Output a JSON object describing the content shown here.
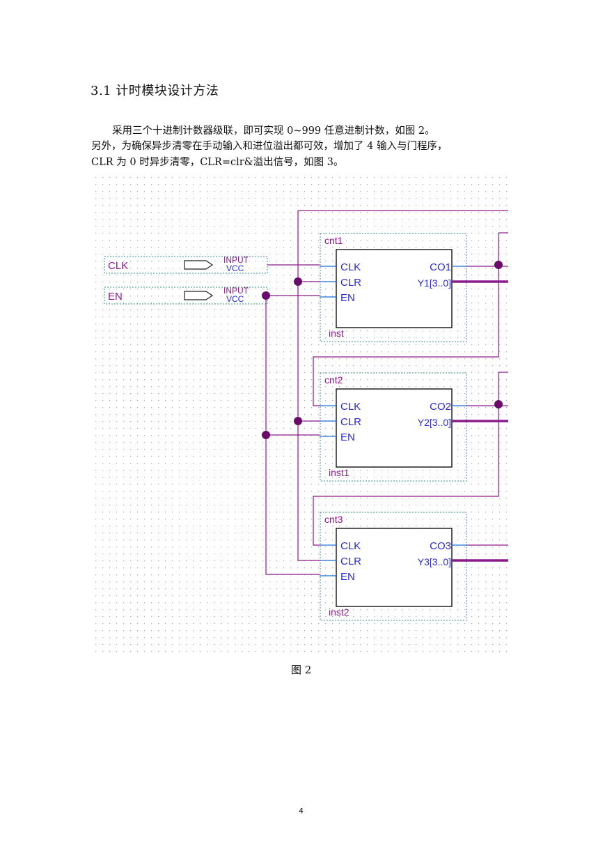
{
  "heading": "3.1 计时模块设计方法",
  "paragraph": {
    "line1": "采用三个十进制计数器级联，即可实现 0~999 任意进制计数，如图 2。",
    "line2": "另外，为确保异步清零在手动输入和进位溢出都可效，增加了 4 输入与门程序，",
    "line3": "CLR 为 0 时异步清零，CLR=clr&溢出信号，如图 3。"
  },
  "schematic": {
    "inputs": [
      {
        "name": "CLK",
        "type": "INPUT",
        "default": "VCC"
      },
      {
        "name": "EN",
        "type": "INPUT",
        "default": "VCC"
      }
    ],
    "blocks": [
      {
        "name": "cnt1",
        "instance": "inst",
        "ports_in": [
          "CLK",
          "CLR",
          "EN"
        ],
        "carry": "CO1",
        "output": "Y1[3..0]"
      },
      {
        "name": "cnt2",
        "instance": "inst1",
        "ports_in": [
          "CLK",
          "CLR",
          "EN"
        ],
        "carry": "CO2",
        "output": "Y2[3..0]"
      },
      {
        "name": "cnt3",
        "instance": "inst2",
        "ports_in": [
          "CLK",
          "CLR",
          "EN"
        ],
        "carry": "CO3",
        "output": "Y3[3..0]"
      }
    ],
    "colors": {
      "wire": "#8b1a8b",
      "pin": "#1e6fd9",
      "label": "#2b2bd6",
      "block_name": "#8b1a8b",
      "junction": "#6a0a6a",
      "grid": "#a8a8a8"
    }
  },
  "caption": "图 2",
  "page_number": "4"
}
